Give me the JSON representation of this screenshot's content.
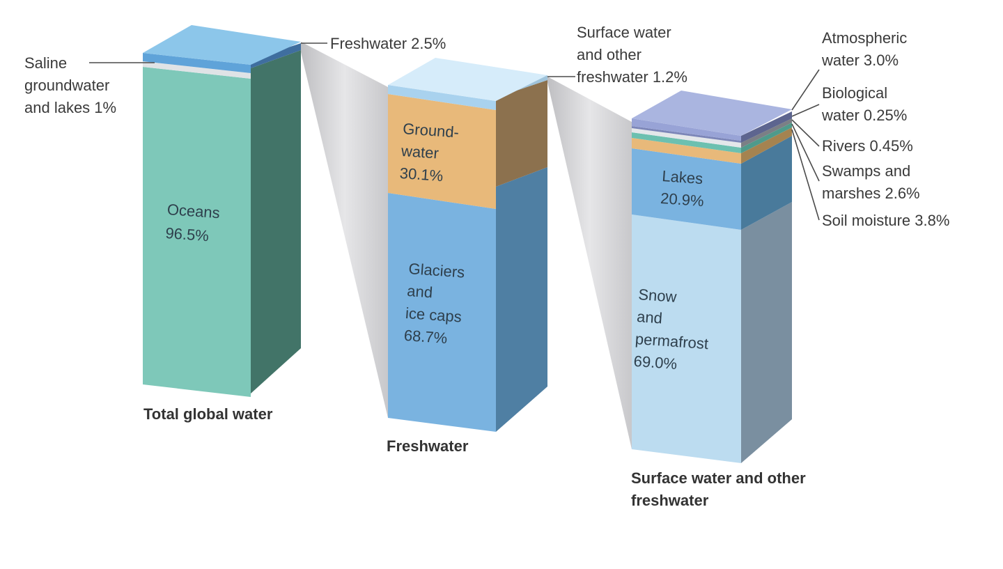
{
  "chart_data": {
    "type": "stacked-bar-3d",
    "columns": [
      {
        "title": "Total global water",
        "segments": [
          {
            "name": "Oceans",
            "value": 96.5,
            "label": [
              "Oceans",
              "96.5%"
            ]
          },
          {
            "name": "Saline groundwater and lakes",
            "value": 1,
            "label": [
              "Saline",
              "groundwater",
              "and lakes 1%"
            ]
          },
          {
            "name": "Freshwater",
            "value": 2.5,
            "label": [
              "Freshwater 2.5%"
            ]
          }
        ]
      },
      {
        "title": "Freshwater",
        "segments": [
          {
            "name": "Glaciers and ice caps",
            "value": 68.7,
            "label": [
              "Glaciers",
              "and",
              "ice caps",
              "68.7%"
            ]
          },
          {
            "name": "Groundwater",
            "value": 30.1,
            "label": [
              "Ground-",
              "water",
              "30.1%"
            ]
          },
          {
            "name": "Surface water and other freshwater",
            "value": 1.2,
            "label": [
              "Surface water",
              "and other",
              "freshwater 1.2%"
            ]
          }
        ]
      },
      {
        "title": [
          "Surface water and other",
          "freshwater"
        ],
        "segments": [
          {
            "name": "Snow and permafrost",
            "value": 69.0,
            "label": [
              "Snow",
              "and",
              "permafrost",
              "69.0%"
            ]
          },
          {
            "name": "Lakes",
            "value": 20.9,
            "label": [
              "Lakes",
              "20.9%"
            ]
          },
          {
            "name": "Soil moisture",
            "value": 3.8,
            "label": [
              "Soil moisture 3.8%"
            ]
          },
          {
            "name": "Swamps and marshes",
            "value": 2.6,
            "label": [
              "Swamps and",
              "marshes 2.6%"
            ]
          },
          {
            "name": "Rivers",
            "value": 0.45,
            "label": [
              "Rivers 0.45%"
            ]
          },
          {
            "name": "Biological water",
            "value": 0.25,
            "label": [
              "Biological",
              "water 0.25%"
            ]
          },
          {
            "name": "Atmospheric water",
            "value": 3.0,
            "label": [
              "Atmospheric",
              "water 3.0%"
            ]
          }
        ]
      }
    ]
  },
  "colors": {
    "oceans": "#7ec8b9",
    "saline": "#dfe3e6",
    "freshwater_cap": "#8cc6ea",
    "glaciers": "#7ab3e0",
    "groundwater": "#e8b97a",
    "surface_cap": "#d6ecfa",
    "snow": "#bcdcf0",
    "lakes": "#7ab3e0",
    "soil": "#e8b97a",
    "swamps": "#6cc0b0",
    "rivers": "#dfe3e6",
    "biological": "#7c86b8",
    "atmospheric": "#aab5e0",
    "connector": "#d9d9db"
  }
}
